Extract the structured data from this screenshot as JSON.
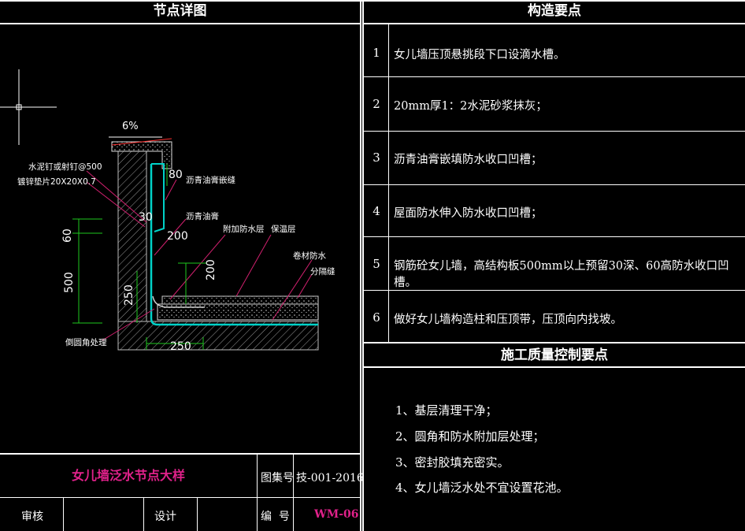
{
  "left_panel": {
    "header": "节点详图",
    "drawing": {
      "slope": "6%",
      "annotations": {
        "nail": "水泥钉或射钉@500",
        "shim": "镀锌垫片20X20X0.7",
        "bitumen_caulk": "沥青油膏嵌缝",
        "bitumen_paste": "沥青油膏",
        "extra_layer": "附加防水层",
        "insulation": "保温层",
        "membrane": "卷材防水",
        "joint": "分隔缝",
        "round_corner": "倒圆角处理"
      },
      "dimensions": {
        "d80": "80",
        "d30": "30",
        "d200a": "200",
        "d200b": "200",
        "d60": "60",
        "d500": "500",
        "d250v": "250",
        "d250h": "250"
      }
    },
    "title_block": {
      "title": "女儿墙泛水节点大样",
      "atlas_label": "图集号",
      "atlas_value": "技-001-2016",
      "review_label": "审核",
      "design_label": "设计",
      "number_label": "编  号",
      "number_value": "WM-06"
    }
  },
  "right_panel": {
    "header": "构造要点",
    "items": [
      {
        "n": "1",
        "text": "女儿墙压顶悬挑段下口设滴水槽。"
      },
      {
        "n": "2",
        "text": "20mm厚1：2水泥砂浆抹灰；"
      },
      {
        "n": "3",
        "text": "沥青油膏嵌填防水收口凹槽；"
      },
      {
        "n": "4",
        "text": "屋面防水伸入防水收口凹槽；"
      },
      {
        "n": "5",
        "text": "钢筋砼女儿墙，高结构板500mm以上预留30深、60高防水收口凹槽。"
      },
      {
        "n": "6",
        "text": "做好女儿墙构造柱和压顶带，压顶向内找坡。"
      }
    ],
    "qc_header": "施工质量控制要点",
    "qc_items": [
      "1、基层清理干净；",
      "2、圆角和防水附加层处理；",
      "3、密封胶填充密实。",
      "4、女儿墙泛水处不宜设置花池。"
    ]
  },
  "colors": {
    "accent": "#e0218a",
    "waterproof": "#00d2c8",
    "leader": "#d0206e",
    "dim": "#1ec81e"
  }
}
